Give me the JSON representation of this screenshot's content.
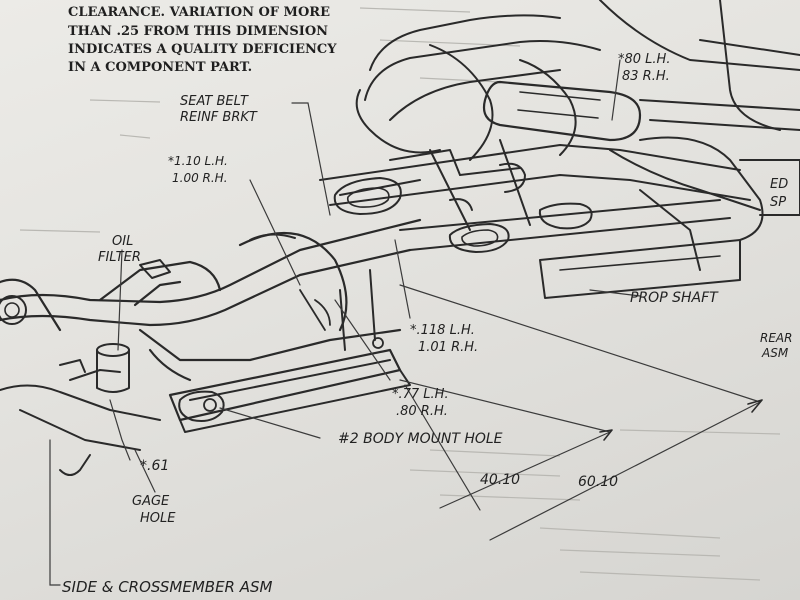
{
  "note": {
    "line1": "CLEARANCE.  VARIATION OF MORE",
    "line2": "THAN .25 FROM THIS DIMENSION",
    "line3": "INDICATES A QUALITY DEFICIENCY",
    "line4": "IN A COMPONENT PART."
  },
  "labels": {
    "seat_belt_1": "SEAT BELT",
    "seat_belt_2": "REINF BRKT",
    "oil_filter_1": "OIL",
    "oil_filter_2": "FILTER",
    "prop_shaft": "PROP SHAFT",
    "body_mount": "#2 BODY MOUNT HOLE",
    "gage_1": "GAGE",
    "gage_2": "HOLE",
    "side_cross": "SIDE & CROSSMEMBER ASM",
    "ed": "ED",
    "sp": "SP",
    "rear": "REAR",
    "asm": "ASM"
  },
  "dimensions": {
    "d1_lh": "*80 L.H.",
    "d1_rh": "83 R.H.",
    "d2_lh": "*1.10 L.H.",
    "d2_rh": "1.00 R.H.",
    "d3_lh": "*.118 L.H.",
    "d3_rh": "1.01 R.H.",
    "d4_lh": "*.77 L.H.",
    "d4_rh": ".80 R.H.",
    "d5": "*.61",
    "d6": "40.10",
    "d7": "60.10"
  }
}
